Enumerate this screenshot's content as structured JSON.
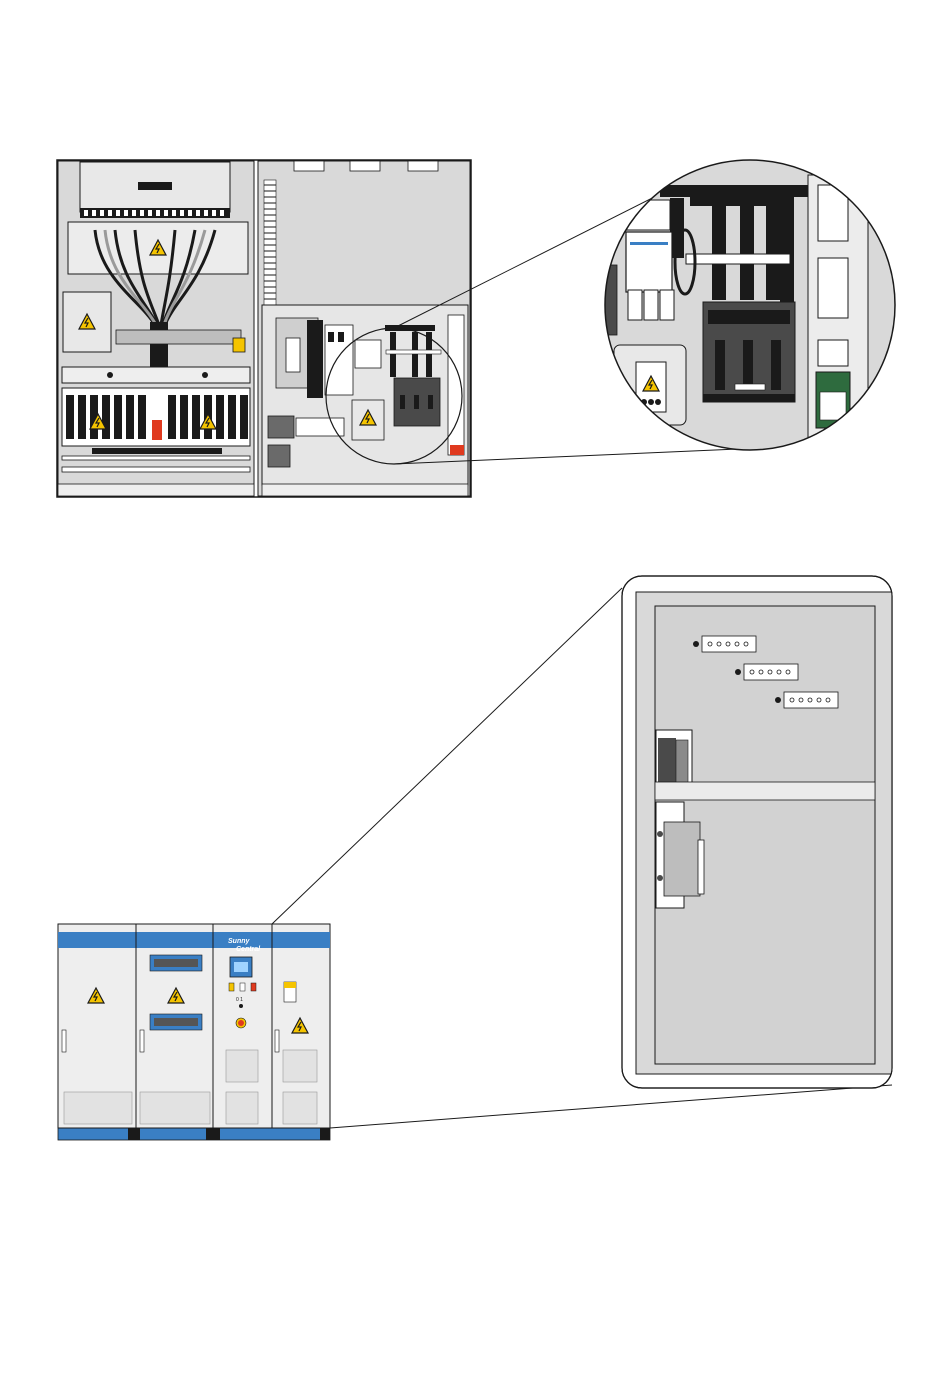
{
  "colors": {
    "panel_gray": "#d9d9d9",
    "panel_light": "#e8e8e8",
    "cabinet_white": "#eeeeee",
    "brand_blue": "#3a7fc4",
    "warning_yellow": "#f5c400",
    "stop_red": "#e03a1f",
    "dark": "#1a1a1a",
    "module_green": "#2e6b3e"
  },
  "icons": [
    "high-voltage-warning-icon",
    "emergency-stop-icon"
  ],
  "cabinet": {
    "logo_line1": "Sunny",
    "logo_line2": "Central",
    "selector_label": "0 1"
  }
}
